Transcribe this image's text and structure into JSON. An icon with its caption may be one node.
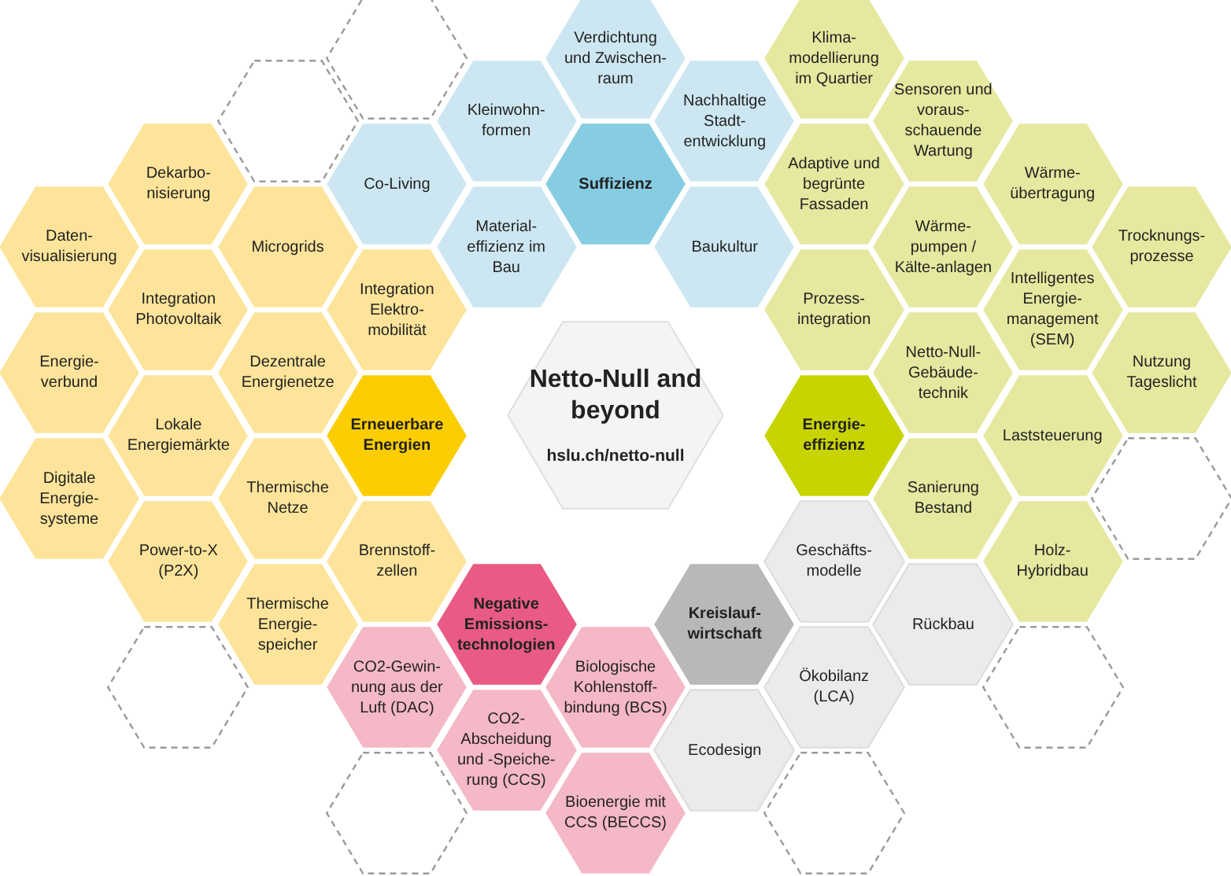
{
  "diagram": {
    "nodes": [
      {
        "text": [],
        "shape": "hexagon"
      },
      {
        "text": [
          "Verdichtung und Zwischen-raum"
        ]
      },
      {
        "text": [
          "Klima-modellierung im Quartier"
        ]
      },
      {
        "text": [],
        "shape": "hexagon"
      },
      {
        "text": [
          "Kleinwohn-formen"
        ]
      },
      {
        "text": [
          "Nachhaltige Stadt-entwicklung"
        ]
      },
      {
        "text": [
          "Sensoren und voraus-schauende Wartung"
        ]
      },
      {
        "text": [
          "Dekarbo-nisierung"
        ]
      },
      {
        "text": [
          "Co-Living"
        ]
      },
      {
        "text": [
          "Suffizienz"
        ]
      },
      {
        "text": [
          "Adaptive und begrünte Fassaden"
        ]
      },
      {
        "text": [
          "Wärme-übertragung"
        ]
      },
      {
        "text": [
          "Daten-visualisierung"
        ]
      },
      {
        "text": [
          "Microgrids"
        ]
      },
      {
        "text": [
          "Material-effizienz im Bau"
        ]
      },
      {
        "text": [
          "Baukultur"
        ]
      },
      {
        "text": [
          "Wärme-pumpen / Kälte-anlagen"
        ]
      },
      {
        "text": [
          "Trocknungs-prozesse"
        ]
      },
      {
        "text": [
          "Integration Photovoltaik"
        ]
      },
      {
        "text": [
          "Integration Elektro-mobilität"
        ]
      },
      {
        "text": [
          "Prozess-integration"
        ]
      },
      {
        "text": [
          "Intelligentes Energie-management (SEM)"
        ]
      },
      {
        "text": [
          "Energie-verbund"
        ]
      },
      {
        "text": [
          "Dezentrale Energienetze"
        ]
      },
      {
        "text": [
          "Netto-Null-Gebäude-technik"
        ]
      },
      {
        "text": [
          "Nutzung Tageslicht"
        ]
      },
      {
        "text": [
          "Netto-Null and beyond",
          "hslu.ch/netto-null"
        ]
      },
      {
        "text": [
          "Lokale Energiemärkte"
        ]
      },
      {
        "text": [
          "Erneuerbare Energien"
        ]
      },
      {
        "text": [
          "Energie-effizienz"
        ]
      },
      {
        "text": [
          "Laststeuerung"
        ]
      },
      {
        "text": [
          "Digitale Energie-systeme"
        ]
      },
      {
        "text": [
          "Thermische Netze"
        ]
      },
      {
        "text": [
          "Sanierung Bestand"
        ]
      },
      {
        "text": [],
        "shape": "hexagon"
      },
      {
        "text": [
          "Power-to-X (P2X)"
        ]
      },
      {
        "text": [
          "Brennstoff-zellen"
        ]
      },
      {
        "text": [
          "Geschäfts-modelle"
        ]
      },
      {
        "text": [
          "Holz-Hybridbau"
        ]
      },
      {
        "text": [
          "Thermische Energie-speicher"
        ]
      },
      {
        "text": [
          "Negative Emissions-technologien"
        ]
      },
      {
        "text": [
          "Kreislauf-wirtschaft"
        ]
      },
      {
        "text": [
          "Rückbau"
        ]
      },
      {
        "text": [],
        "shape": "hexagon"
      },
      {
        "text": [
          "CO2-Gewin-nung aus der Luft (DAC)"
        ]
      },
      {
        "text": [
          "Biologische Kohlenstoff-bindung (BCS)"
        ]
      },
      {
        "text": [
          "Ökobilanz (LCA)"
        ]
      },
      {
        "text": [],
        "shape": "hexagon"
      },
      {
        "text": [
          "CO2-Abscheidung und -Speiche-rung (CCS)"
        ]
      },
      {
        "text": [
          "Ecodesign"
        ]
      },
      {
        "text": [],
        "shape": "hexagon"
      },
      {
        "text": [
          "Bioenergie mit CCS (BECCS)"
        ]
      },
      {
        "text": [],
        "shape": "hexagon"
      }
    ]
  }
}
